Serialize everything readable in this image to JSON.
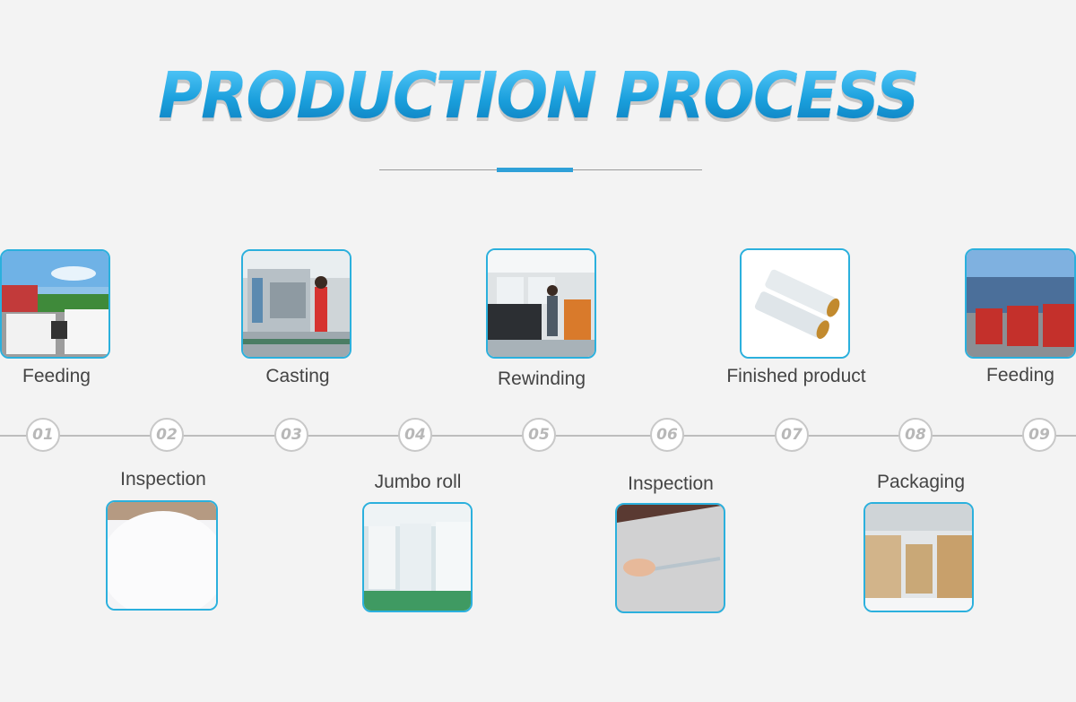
{
  "header": {
    "title": "PRODUCTION PROCESS"
  },
  "steps": [
    {
      "num": "01",
      "label": "Feeding",
      "icon": "factory-yard-photo"
    },
    {
      "num": "02",
      "label": "Inspection",
      "icon": "raw-material-photo"
    },
    {
      "num": "03",
      "label": "Casting",
      "icon": "casting-machine-photo"
    },
    {
      "num": "04",
      "label": "Jumbo roll",
      "icon": "jumbo-roll-photo"
    },
    {
      "num": "05",
      "label": "Rewinding",
      "icon": "rewinding-machine-photo"
    },
    {
      "num": "06",
      "label": "Inspection",
      "icon": "film-inspection-photo"
    },
    {
      "num": "07",
      "label": "Finished product",
      "icon": "film-rolls-photo"
    },
    {
      "num": "08",
      "label": "Packaging",
      "icon": "warehouse-pallets-photo"
    },
    {
      "num": "09",
      "label": "Feeding",
      "icon": "delivery-trucks-photo"
    }
  ],
  "colors": {
    "accent": "#2fa0d8",
    "border": "#2bb0dd",
    "background": "#f3f3f3"
  }
}
